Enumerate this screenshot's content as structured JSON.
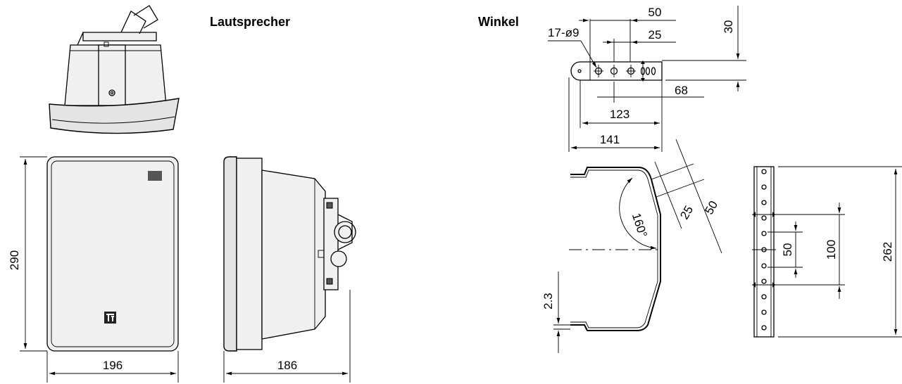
{
  "headings": {
    "speaker": "Lautsprecher",
    "bracket": "Winkel"
  },
  "dimensions": {
    "front_width": "196",
    "front_height": "290",
    "side_depth": "186",
    "bracket_top_50": "50",
    "bracket_top_25": "25",
    "bracket_top_30": "30",
    "bracket_holes": "17-ø9",
    "bracket_68": "68",
    "bracket_123": "123",
    "bracket_141": "141",
    "bend_angle": "160°",
    "bend_25": "25",
    "bend_50": "50",
    "bracket_thickness": "2.3",
    "rear_50": "50",
    "rear_100": "100",
    "rear_262": "262"
  }
}
